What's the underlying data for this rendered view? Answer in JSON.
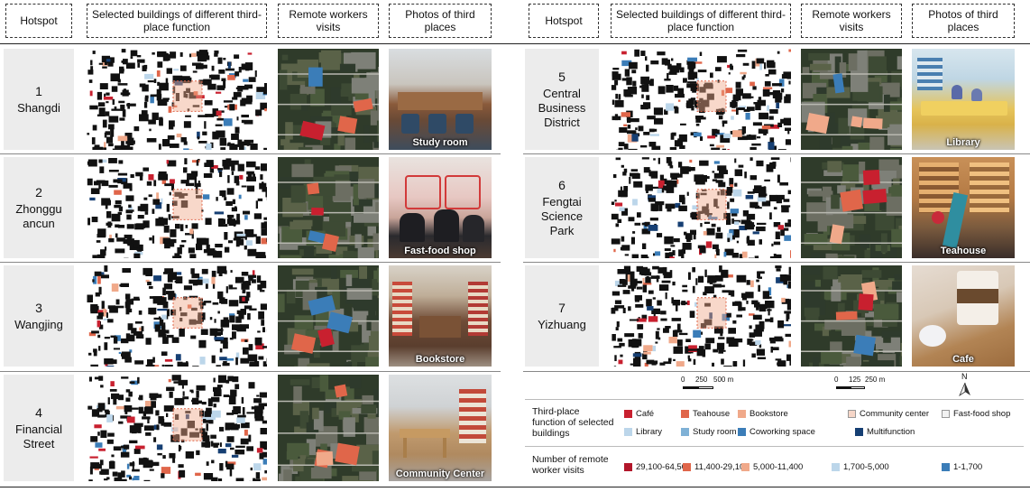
{
  "headers": {
    "hotspot": "Hotspot",
    "selected": "Selected buildings of different third-place function",
    "remote": "Remote workers visits",
    "photos": "Photos of third places"
  },
  "hotspots": [
    {
      "num": "1",
      "name": "Shangdi",
      "photo_caption": "Study room"
    },
    {
      "num": "2",
      "name": "Zhonggu ancun",
      "photo_caption": "Fast-food shop"
    },
    {
      "num": "3",
      "name": "Wangjing",
      "photo_caption": "Bookstore"
    },
    {
      "num": "4",
      "name": "Financial Street",
      "photo_caption": "Community Center"
    },
    {
      "num": "5",
      "name": "Central Business District",
      "photo_caption": "Library"
    },
    {
      "num": "6",
      "name": "Fengtai Science Park",
      "photo_caption": "Teahouse"
    },
    {
      "num": "7",
      "name": "Yizhuang",
      "photo_caption": "Cafe"
    }
  ],
  "scale": {
    "bar1": {
      "zero": "0",
      "mid": "250",
      "end": "500 m"
    },
    "bar2": {
      "zero": "0",
      "mid": "125",
      "end": "250 m"
    },
    "north": "N"
  },
  "legend": {
    "function_title": "Third-place function of selected buildings",
    "function_items": [
      {
        "label": "Café",
        "color": "#c8202f"
      },
      {
        "label": "Teahouse",
        "color": "#e0664a"
      },
      {
        "label": "Bookstore",
        "color": "#f0a98a"
      },
      {
        "label": "Community center",
        "color": "#f6d6c8"
      },
      {
        "label": "Fast-food shop",
        "color": "#f2f2f2"
      },
      {
        "label": "Library",
        "color": "#bcd6ea"
      },
      {
        "label": "Study room",
        "color": "#7fb1d6"
      },
      {
        "label": "Coworking space",
        "color": "#3b7db8"
      },
      {
        "label": "Multifunction",
        "color": "#163f73"
      }
    ],
    "visits_title": "Number of remote worker visits",
    "visits_items": [
      {
        "label": "29,100-64,500",
        "color": "#b2162a"
      },
      {
        "label": "11,400-29,100",
        "color": "#e0664a"
      },
      {
        "label": "5,000-11,400",
        "color": "#f0a98a"
      },
      {
        "label": "1,700-5,000",
        "color": "#bcd6ea"
      },
      {
        "label": "1-1,700",
        "color": "#3b7db8"
      }
    ]
  },
  "colors": {
    "cafe": "#c8202f",
    "teahouse": "#e0664a",
    "bookstore": "#f0a98a",
    "library": "#bcd6ea",
    "coworking": "#3b7db8",
    "multifunction": "#163f73",
    "hotspot_bg": "#ececec"
  }
}
